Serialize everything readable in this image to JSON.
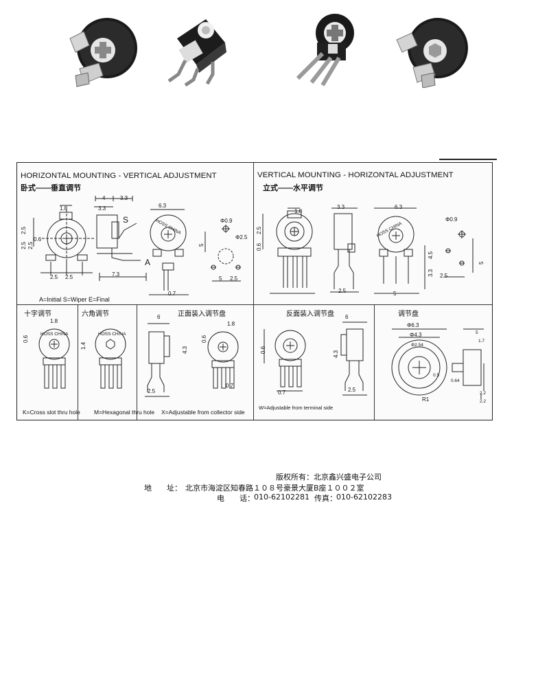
{
  "photos": [
    {
      "name": "pot-photo-1"
    },
    {
      "name": "pot-photo-2"
    },
    {
      "name": "pot-photo-3"
    },
    {
      "name": "pot-photo-4"
    }
  ],
  "sections": {
    "horizontal": {
      "title": "HORIZONTAL MOUNTING - VERTICAL  ADJUSTMENT",
      "subtitle": "卧式——垂直调节"
    },
    "vertical": {
      "title": "VERTICAL MOUNTING - HORIZONTAL ADJUSTMENT",
      "subtitle": "立式——水平调节"
    }
  },
  "legend_horizontal": "A=Initial       S=Wiper      E=Final",
  "marks": {
    "S": "S",
    "A": "A"
  },
  "bottom_panels": {
    "cross": "十字调节",
    "hex": "六角调节",
    "front": "正面装入调节盘",
    "back": "反面装入调节盘",
    "disc": "调节盘"
  },
  "bottom_captions": {
    "K": "K=Cross slot thru hole",
    "M": "M=Hexagonal thru hole",
    "X": "X=Adjustable from collector side",
    "W": "W=Adjustable from terminal side"
  },
  "dims": {
    "d18": "1.8",
    "d25": "2.5",
    "d06": "0.6",
    "d33": "3.3",
    "d4": "4",
    "d63": "6.3",
    "d5": "5",
    "d73": "7.3",
    "d07": "0.7",
    "phi09": "Φ0.9",
    "phi25": "Φ2.5",
    "d45": "4.5",
    "d43": "4.3",
    "d6": "6",
    "phi63": "Φ6.3",
    "phi43": "Φ4.3",
    "phi254": "Φ2.54",
    "r1": "R1",
    "d14": "1.4",
    "d22": "2.2",
    "d064": "0.64",
    "d17": "1.7",
    "d05": "0.5",
    "brand": "HOSS  CHINA"
  },
  "footer": {
    "copyright": "版权所有：北京鑫兴盛电子公司",
    "address_label": "地　　址：",
    "address": "北京市海淀区知春路１０８号豪景大厦B座１００２室",
    "phone_label": "电　　话：",
    "phone": "010-62102281",
    "fax_label": "传真：",
    "fax": "010-62102283"
  }
}
